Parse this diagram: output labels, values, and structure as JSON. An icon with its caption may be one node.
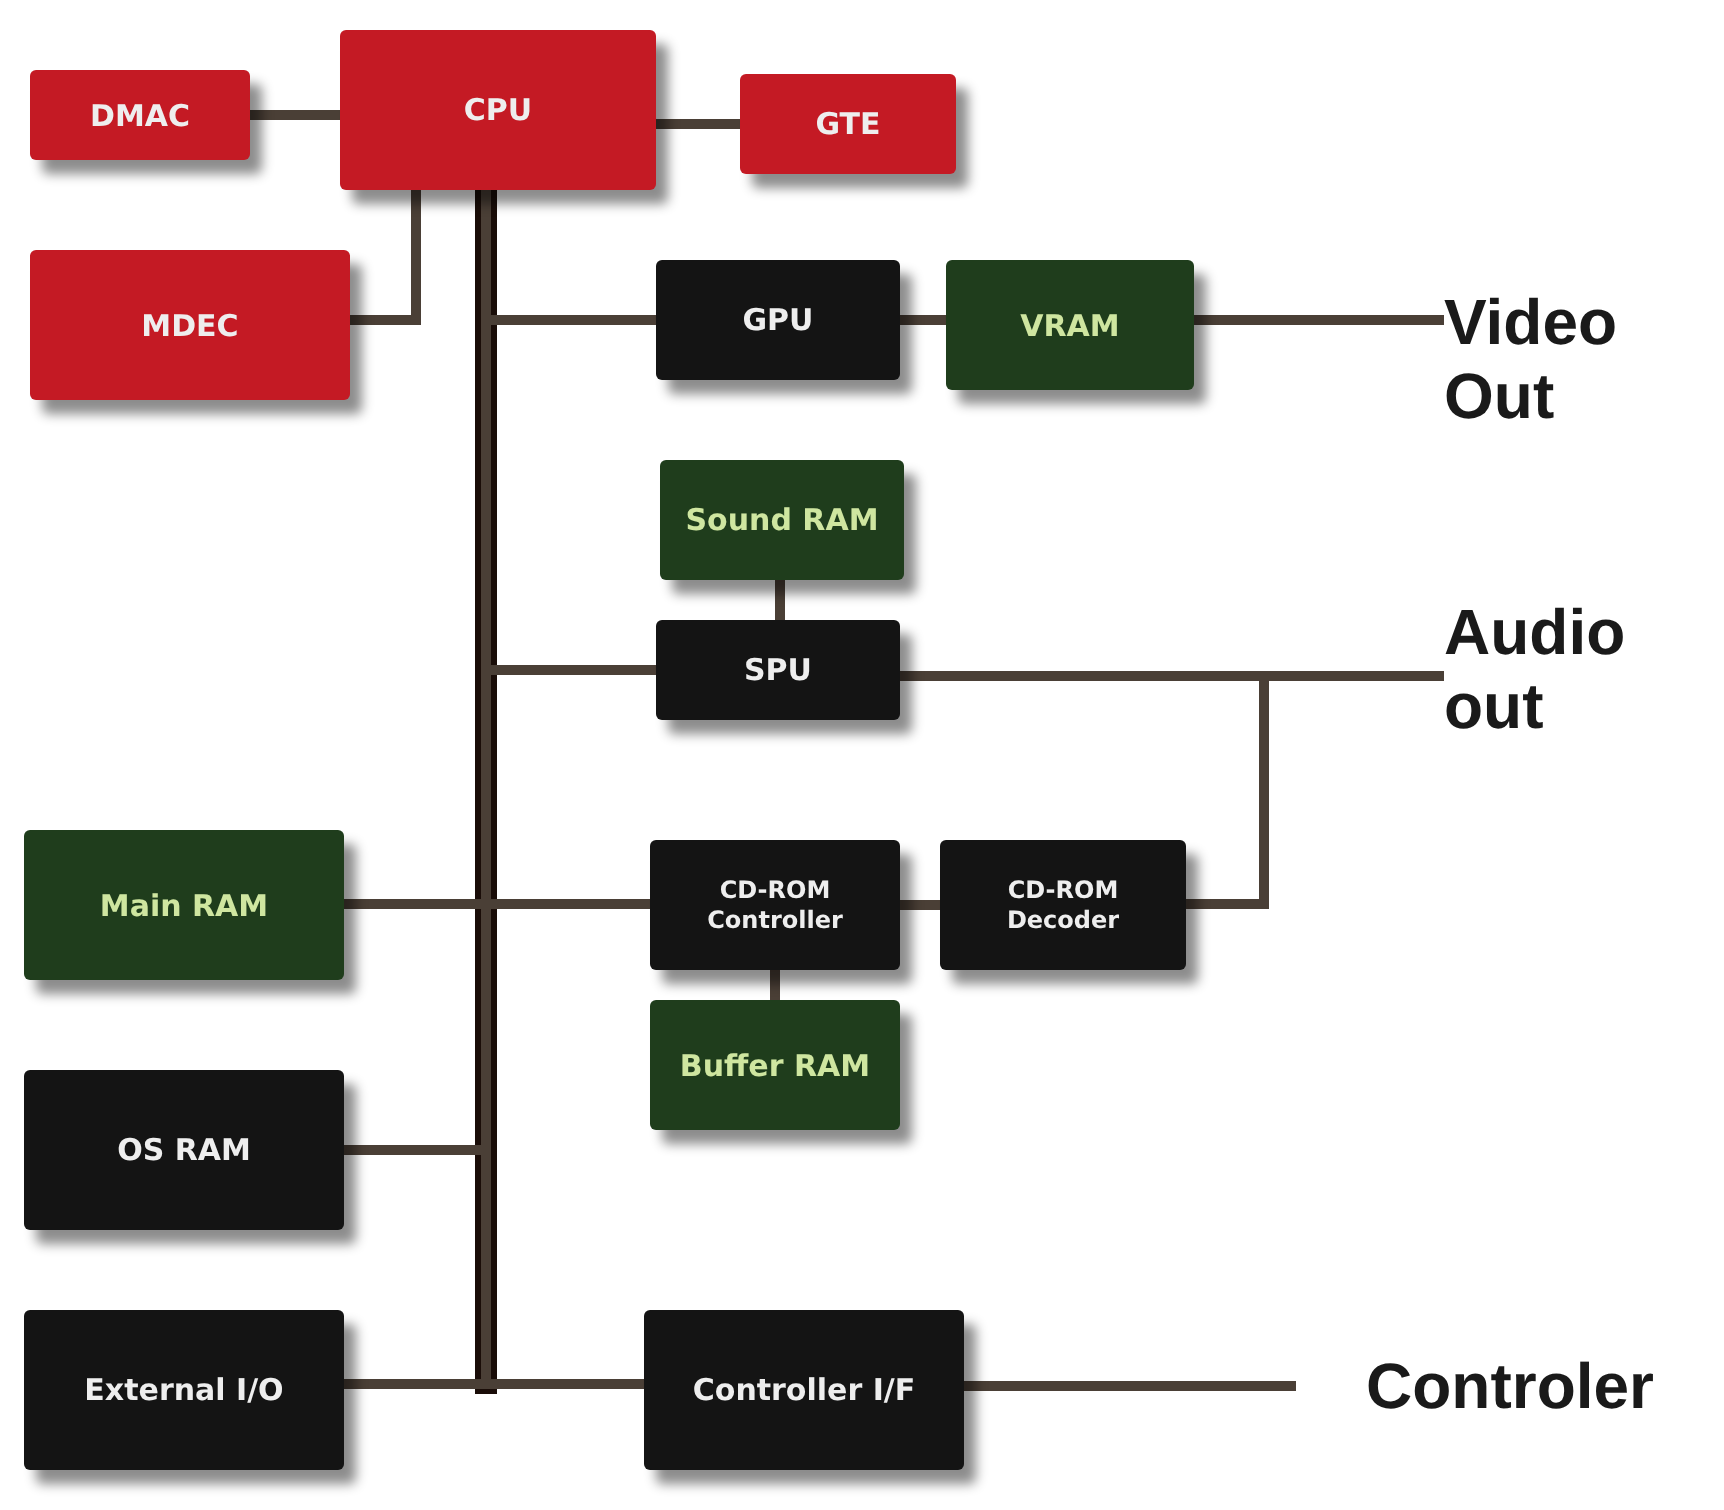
{
  "diagram": {
    "nodes": [
      {
        "text": [
          "DMAC"
        ]
      },
      {
        "text": [
          "CPU"
        ]
      },
      {
        "text": [
          "GTE"
        ]
      },
      {
        "text": [
          "MDEC"
        ]
      },
      {
        "text": [
          "GPU"
        ]
      },
      {
        "text": [
          "VRAM"
        ]
      },
      {
        "text": [
          "Video Out"
        ]
      },
      {
        "text": [
          "Sound RAM"
        ]
      },
      {
        "text": [
          "SPU"
        ]
      },
      {
        "text": [
          "Audio out"
        ]
      },
      {
        "text": [
          "Main RAM"
        ]
      },
      {
        "text": [
          "CD-ROM Controller"
        ]
      },
      {
        "text": [
          "CD-ROM Decoder"
        ]
      },
      {
        "text": [
          "Buffer RAM"
        ]
      },
      {
        "text": [
          "OS RAM"
        ]
      },
      {
        "text": [
          "External I/O"
        ]
      },
      {
        "text": [
          "Controller I/F"
        ]
      },
      {
        "text": [
          "Controler"
        ]
      }
    ],
    "edges": [
      {
        "from": 0,
        "to": 1,
        "arrow": "none"
      },
      {
        "from": 1,
        "to": 2,
        "arrow": "none"
      },
      {
        "from": 1,
        "to": 3,
        "arrow": "none"
      },
      {
        "from": 1,
        "to": 4,
        "arrow": "none",
        "style": "thick"
      },
      {
        "from": 4,
        "to": 5,
        "arrow": "none"
      },
      {
        "from": 5,
        "to": 6,
        "arrow": "none"
      },
      {
        "from": 7,
        "to": 8,
        "arrow": "none"
      },
      {
        "from": 1,
        "to": 8,
        "arrow": "none",
        "style": "thick"
      },
      {
        "from": 8,
        "to": 9,
        "arrow": "none"
      },
      {
        "from": 1,
        "to": 10,
        "arrow": "none",
        "style": "thick"
      },
      {
        "from": 1,
        "to": 11,
        "arrow": "none",
        "style": "thick"
      },
      {
        "from": 11,
        "to": 12,
        "arrow": "none"
      },
      {
        "from": 12,
        "to": 9,
        "arrow": "none"
      },
      {
        "from": 11,
        "to": 13,
        "arrow": "none"
      },
      {
        "from": 1,
        "to": 14,
        "arrow": "none",
        "style": "thick"
      },
      {
        "from": 1,
        "to": 15,
        "arrow": "none"
      },
      {
        "from": 1,
        "to": 16,
        "arrow": "none"
      },
      {
        "from": 16,
        "to": 17,
        "arrow": "none"
      }
    ]
  }
}
